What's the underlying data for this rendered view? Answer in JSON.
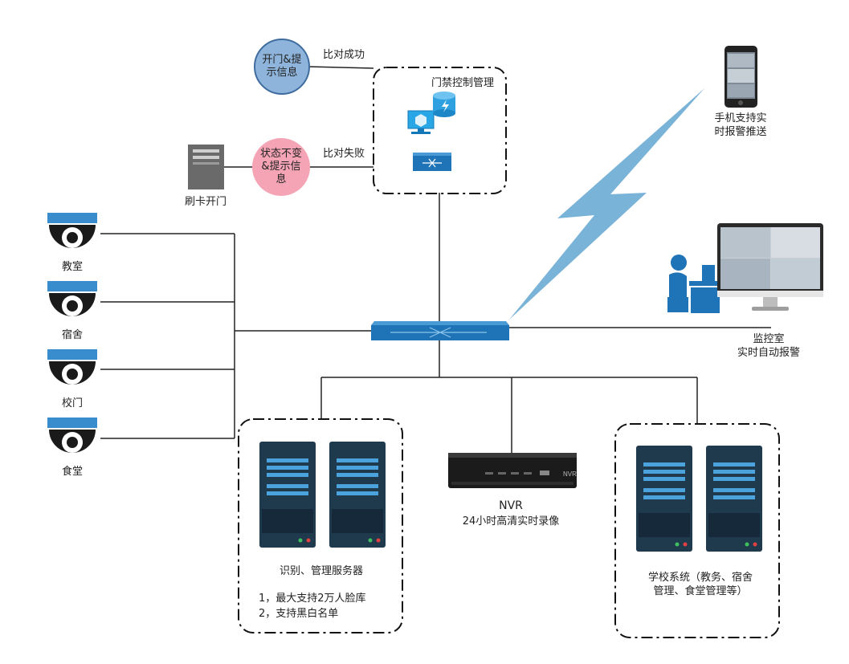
{
  "access_control": {
    "title": "门禁控制管理",
    "success_link": "比对成功",
    "fail_link": "比对失败",
    "success_node_lines": [
      "开门&提",
      "示信息"
    ],
    "fail_node_lines": [
      "状态不变",
      "&提示信",
      "息"
    ],
    "card_reader_label": "刷卡开门"
  },
  "cameras": [
    {
      "label": "教室"
    },
    {
      "label": "宿舍"
    },
    {
      "label": "校门"
    },
    {
      "label": "食堂"
    }
  ],
  "mobile": {
    "lines": [
      "手机支持实",
      "时报警推送"
    ]
  },
  "monitor_room": {
    "lines": [
      "监控室",
      "实时自动报警"
    ]
  },
  "recognition_servers": {
    "title": "识别、管理服务器",
    "notes": [
      "1，最大支持2万人脸库",
      "2，支持黑白名单"
    ]
  },
  "nvr": {
    "title": "NVR",
    "subtitle": "24小时高清实时录像",
    "brand": "NVR"
  },
  "school_system": {
    "lines": [
      "学校系统（教务、宿舍",
      "管理、食堂管理等）"
    ]
  },
  "colors": {
    "success_circle": "#8fb4dc",
    "fail_circle": "#f4a4b4",
    "accent_blue": "#1f73b7",
    "wireless": "#7ab3d8",
    "server_dark": "#1f3a4d",
    "camera_blue": "#3a8dcc"
  }
}
